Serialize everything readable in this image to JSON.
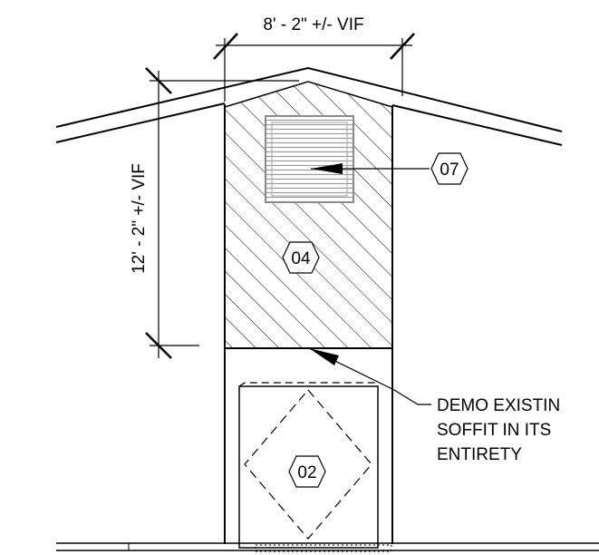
{
  "dimensions": {
    "width_label": "8' - 2\" +/- VIF",
    "height_label": "12' - 2\" +/- VIF"
  },
  "keynotes": [
    {
      "id": "07"
    },
    {
      "id": "04"
    },
    {
      "id": "02"
    }
  ],
  "note": {
    "lines": [
      "DEMO EXISTIN",
      "SOFFIT IN ITS",
      "ENTIRETY"
    ]
  }
}
